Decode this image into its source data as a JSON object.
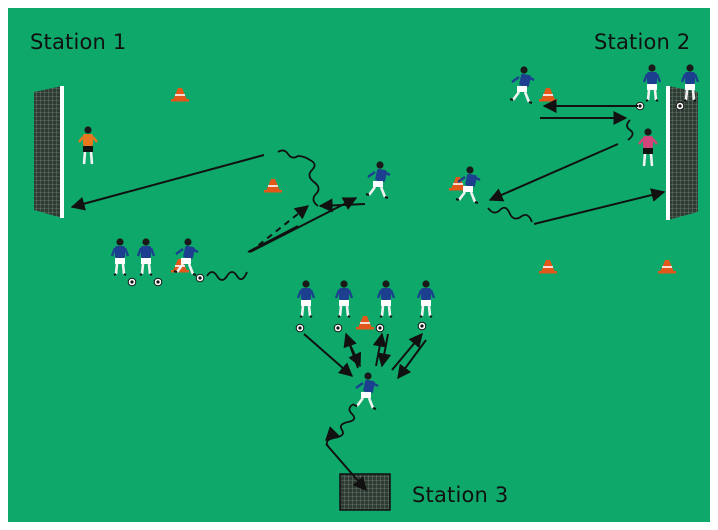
{
  "stations": [
    {
      "label": "Station 1"
    },
    {
      "label": "Station 2"
    },
    {
      "label": "Station 3"
    }
  ],
  "colors": {
    "pitch": "#0ea96a",
    "shirt": "#1c3f8f",
    "shorts": "#ffffff",
    "keeper_orange": "#e8781e",
    "keeper_pink": "#d2457a",
    "cone": "#e2581b",
    "ink": "#111111"
  },
  "icons": [
    "player-icon",
    "goalkeeper-icon",
    "cone-icon",
    "ball-icon",
    "goal-icon",
    "pass-arrow-icon",
    "dribble-path-icon"
  ]
}
